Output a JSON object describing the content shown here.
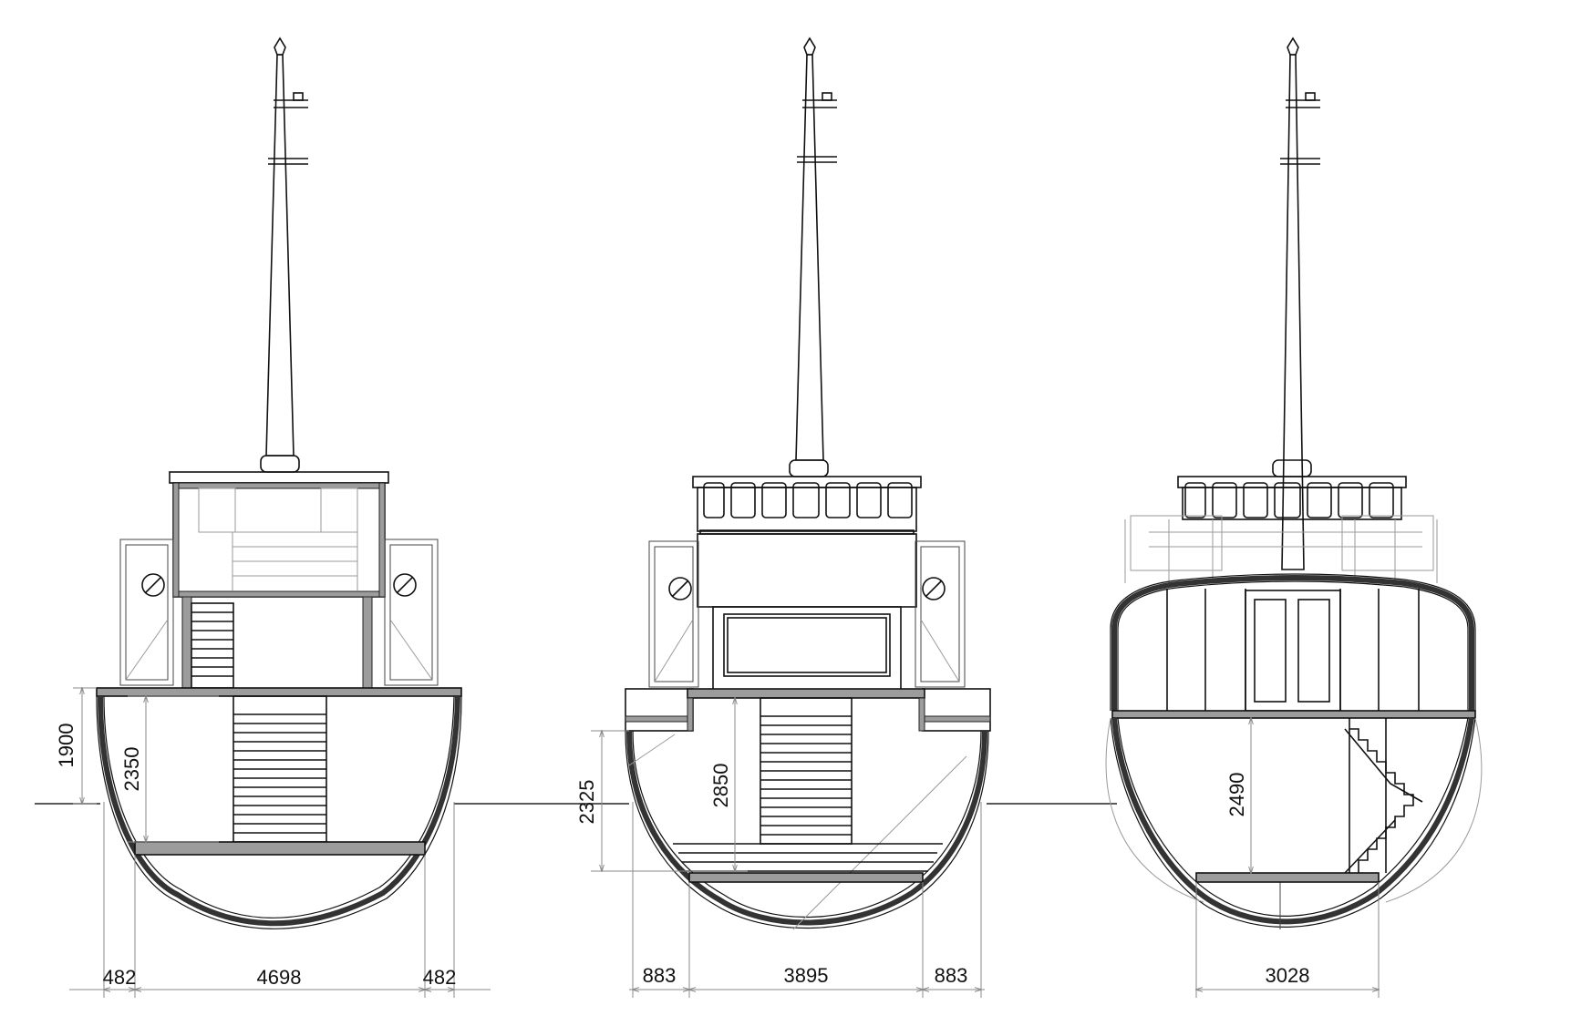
{
  "drawing": {
    "sections": [
      {
        "id": "left",
        "dimensions": {
          "vertical": [
            "1900",
            "2350"
          ],
          "horizontal": [
            "482",
            "4698",
            "482"
          ]
        }
      },
      {
        "id": "middle",
        "dimensions": {
          "vertical": [
            "2325",
            "2850"
          ],
          "horizontal": [
            "883",
            "3895",
            "883"
          ]
        }
      },
      {
        "id": "right",
        "dimensions": {
          "vertical": [
            "2490"
          ],
          "horizontal": [
            "3028"
          ]
        }
      }
    ]
  },
  "colors": {
    "line": "#111111",
    "hull": "#333333",
    "deck": "#9c9c9c",
    "dimension": "#8a8a8a"
  }
}
